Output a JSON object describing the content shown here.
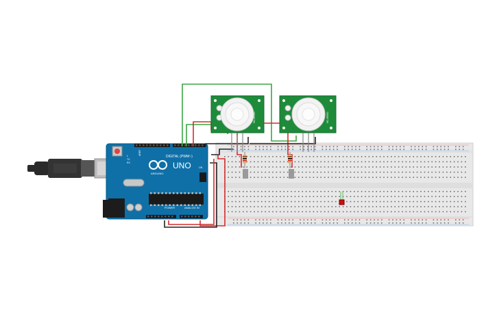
{
  "board": {
    "logo_text": "UNO",
    "brand_text": "ARDUINO",
    "digital_label": "DIGITAL (PWM~)",
    "power_label": "POWER",
    "analog_label": "ANALOG IN",
    "aref_label": "AREF",
    "gnd_label": "GND",
    "tx_label": "TX",
    "rx_label": "RX",
    "on_label": "ON",
    "l_label": "L"
  },
  "sensors": [
    {
      "id": "pir-1",
      "side_label": "HC-SR501"
    },
    {
      "id": "pir-2",
      "side_label": "HC-SR501"
    }
  ],
  "colors": {
    "board_blue": "#0f70a8",
    "board_edge": "#0a5a8a",
    "sensor_green": "#1e8b3a",
    "wire_red": "#d32b2b",
    "wire_green": "#3aa543",
    "wire_black": "#222222",
    "breadboard": "#e8e8e8",
    "led_red": "#cc1111"
  }
}
